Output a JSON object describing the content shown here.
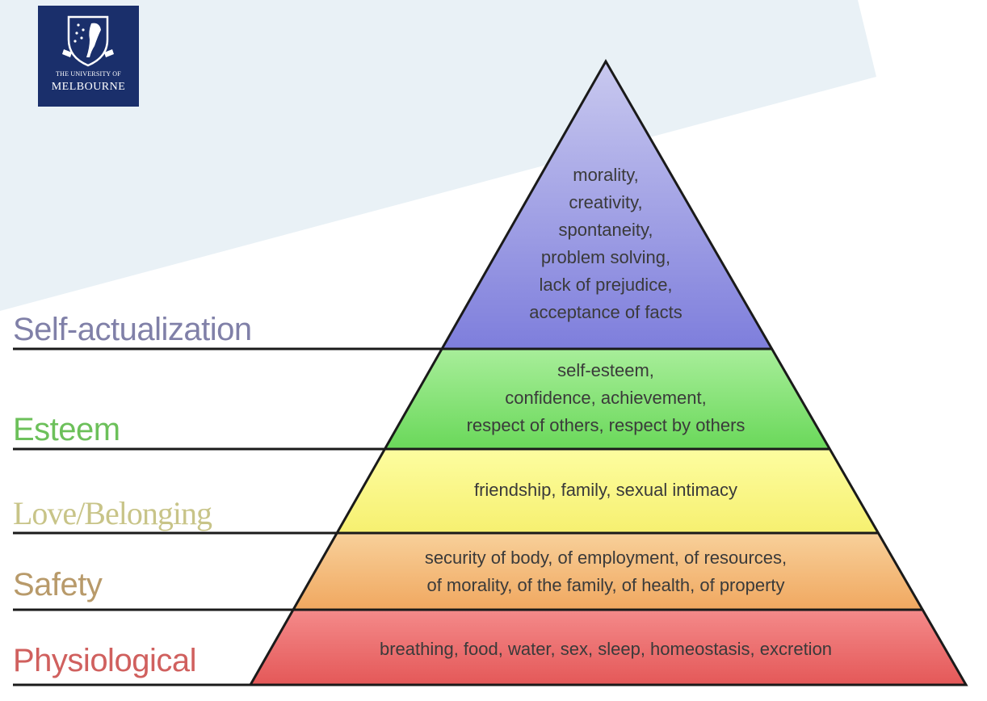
{
  "logo": {
    "line1": "THE UNIVERSITY OF",
    "line2": "MELBOURNE",
    "crest": "university-crest-icon"
  },
  "colors": {
    "background_band": "#e9f1f6",
    "logo_bg": "#1a2f6b",
    "rule_line": "#1a1a1a"
  },
  "levels": [
    {
      "label": "Self-actualization",
      "label_color": "#8080a8",
      "fill_top": "#c9c9ef",
      "fill_bottom": "#7e7edc",
      "lines": "morality,\ncreativity,\nspontaneity,\nproblem solving,\nlack of prejudice,\nacceptance of facts"
    },
    {
      "label": "Esteem",
      "label_color": "#6cc05a",
      "fill_top": "#a8ee9a",
      "fill_bottom": "#6ad85a",
      "lines": "self-esteem,\nconfidence, achievement,\nrespect of others, respect by others"
    },
    {
      "label": "Love/Belonging",
      "label_color": "#c8c488",
      "fill_top": "#fdfda0",
      "fill_bottom": "#f6f070",
      "lines": "friendship, family, sexual intimacy"
    },
    {
      "label": "Safety",
      "label_color": "#b89a6a",
      "fill_top": "#f8d09a",
      "fill_bottom": "#f0a860",
      "lines": "security of body, of employment, of resources,\nof morality, of the family, of health, of property"
    },
    {
      "label": "Physiological",
      "label_color": "#d0605e",
      "fill_top": "#f48a8a",
      "fill_bottom": "#e45858",
      "lines": "breathing, food, water, sex, sleep, homeostasis, excretion"
    }
  ]
}
